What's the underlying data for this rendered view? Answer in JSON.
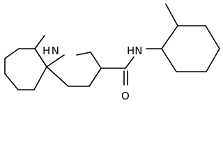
{
  "molecule": {
    "atoms": {
      "ring_nh": "H ",
      "ring_nh_n": "N",
      "amide_nh_h": "H",
      "amide_nh_n": "N",
      "carbonyl_o": "O"
    }
  },
  "colors": {
    "bond": "#000000",
    "background": "#ffffff"
  }
}
